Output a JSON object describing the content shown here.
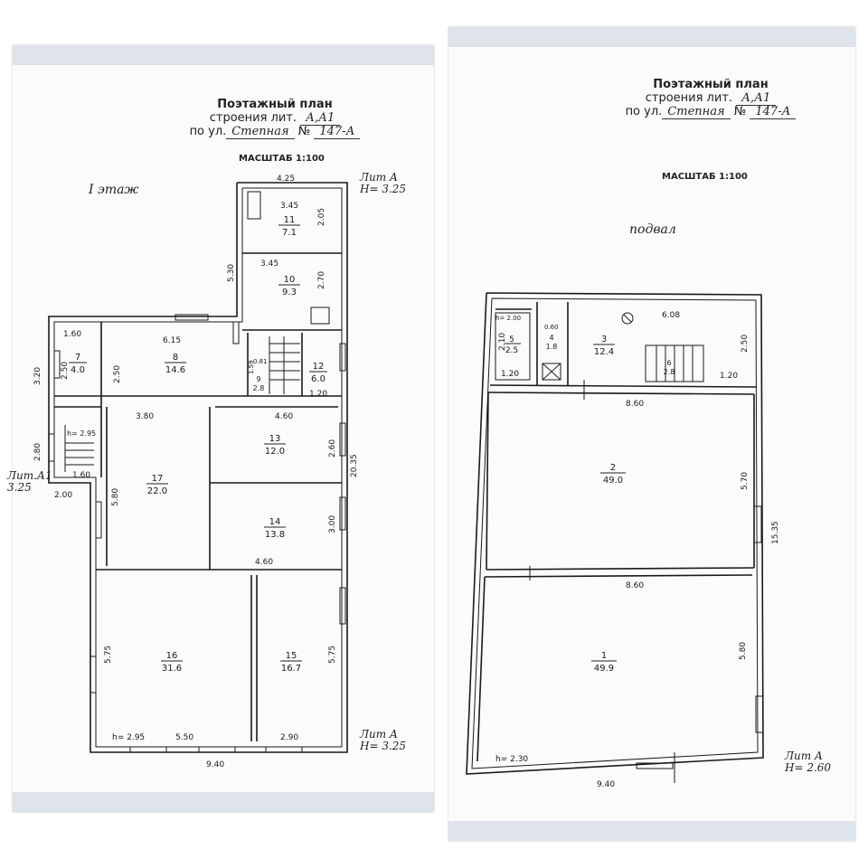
{
  "left": {
    "header": {
      "line1": "Поэтажный план",
      "line2_prefix": "строения лит.",
      "line2_value": "А,А1",
      "line3_prefix": "по ул.",
      "line3_value": "Степная",
      "line3_no": "№",
      "line3_num": "147-А"
    },
    "scale": "МАСШТАБ 1:100",
    "floor_title": "I этаж",
    "lit_top": {
      "label": "Лит А",
      "height": "Н= 3.25"
    },
    "lit_bottom": {
      "label": "Лит А",
      "height": "Н= 3.25"
    },
    "lit_left": {
      "label": "Лит.А1",
      "height": "3.25"
    },
    "rooms": [
      {
        "no": "11",
        "area": "7.1"
      },
      {
        "no": "10",
        "area": "9.3"
      },
      {
        "no": "7",
        "area": "4.0"
      },
      {
        "no": "8",
        "area": "14.6"
      },
      {
        "no": "9",
        "area": "2.8"
      },
      {
        "no": "12",
        "area": "6.0"
      },
      {
        "no": "13",
        "area": "12.0"
      },
      {
        "no": "17",
        "area": "22.0"
      },
      {
        "no": "14",
        "area": "13.8"
      },
      {
        "no": "16",
        "area": "31.6"
      },
      {
        "no": "15",
        "area": "16.7"
      }
    ],
    "dims": [
      "4.25",
      "3.45",
      "2.05",
      "5.30",
      "3.45",
      "2.70",
      "1.60",
      "6.15",
      "2.50",
      "3.20",
      "2.50",
      "1.59",
      "0.81",
      "1.20",
      "3.80",
      "4.60",
      "2.60",
      "20.35",
      "2.80",
      "h= 2.95",
      "1.60",
      "2.00",
      "5.80",
      "3.00",
      "4.60",
      "5.75",
      "5.75",
      "h= 2.95",
      "5.50",
      "2.90",
      "9.40"
    ]
  },
  "right": {
    "header": {
      "line1": "Поэтажный план",
      "line2_prefix": "строения лит.",
      "line2_value": "А,А1",
      "line3_prefix": "по ул.",
      "line3_value": "Степная",
      "line3_no": "№",
      "line3_num": "147-А"
    },
    "scale": "МАСШТАБ 1:100",
    "floor_title": "подвал",
    "lit_bottom": {
      "label": "Лит А",
      "height": "Н= 2.60"
    },
    "rooms": [
      {
        "no": "5",
        "area": "2.5"
      },
      {
        "no": "4",
        "area": "1.8"
      },
      {
        "no": "3",
        "area": "12.4"
      },
      {
        "no": "6",
        "area": "2.8"
      },
      {
        "no": "2",
        "area": "49.0"
      },
      {
        "no": "1",
        "area": "49.9"
      }
    ],
    "dims": [
      "h= 2.00",
      "0.60",
      "2.10",
      "1.20",
      "6.08",
      "2.50",
      "1.20",
      "8.60",
      "5.70",
      "15.35",
      "8.60",
      "5.80",
      "h= 2.30",
      "9.40"
    ]
  }
}
